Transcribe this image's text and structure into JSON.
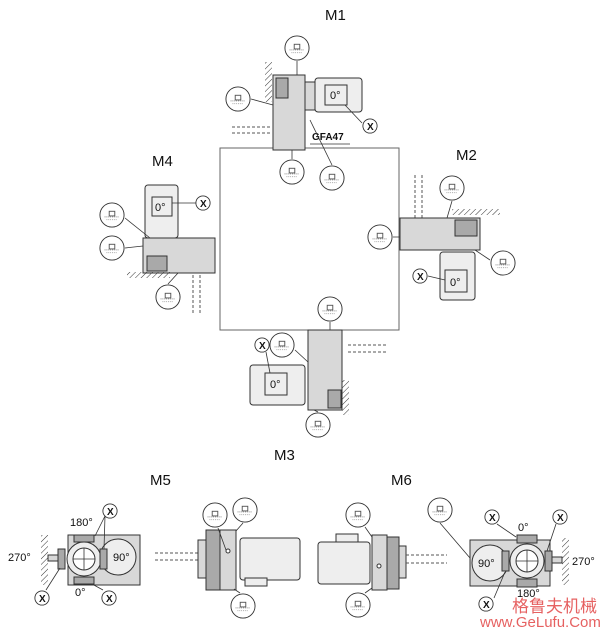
{
  "positions": {
    "m1": {
      "label": "M1",
      "model": "GFA47",
      "angle": "0°",
      "marker": "X"
    },
    "m2": {
      "label": "M2",
      "angle": "0°",
      "marker": "X"
    },
    "m3": {
      "label": "M3",
      "angle": "0°",
      "marker": "X"
    },
    "m4": {
      "label": "M4",
      "angle": "0°",
      "marker": "X"
    },
    "m5": {
      "label": "M5",
      "angles": {
        "top": "180°",
        "left": "270°",
        "bottom": "0°",
        "right": "90°"
      },
      "marker": "X"
    },
    "m6": {
      "label": "M6",
      "angles": {
        "top": "0°",
        "right": "270°",
        "bottom": "180°",
        "left": "90°"
      },
      "marker": "X"
    }
  },
  "icons": {
    "symbol": "oil-level-icon"
  },
  "watermark": {
    "chinese": "格鲁夫机械",
    "url": "www.GeLufu.Com",
    "color": "#e03a3a"
  }
}
